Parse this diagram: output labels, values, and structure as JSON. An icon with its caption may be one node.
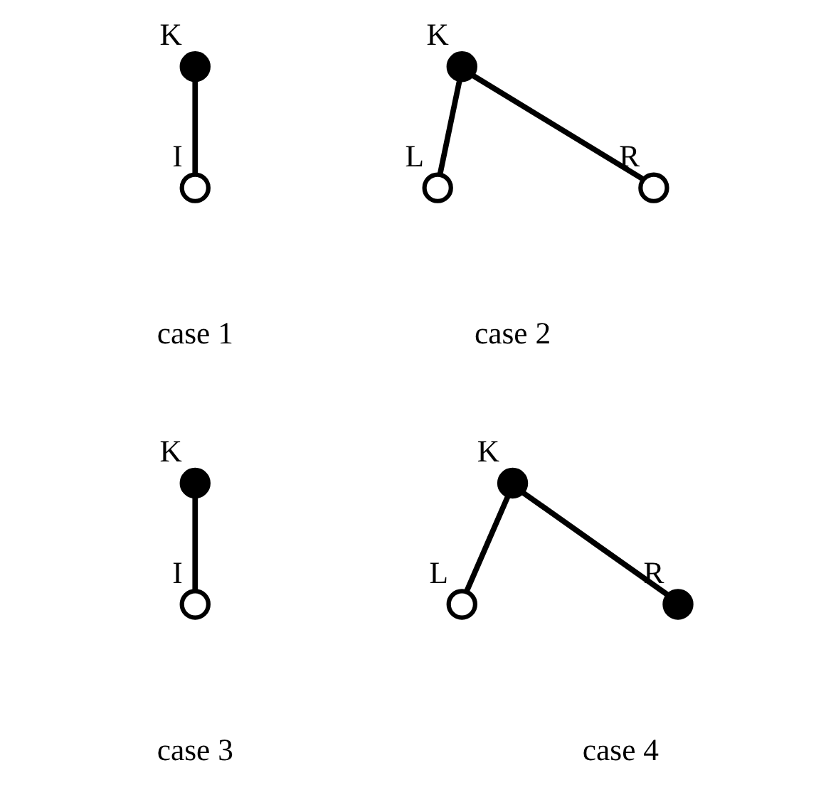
{
  "diagram": {
    "nodes": [
      {
        "text": [],
        "shape": "circle",
        "beside": [
          "K"
        ]
      },
      {
        "text": [],
        "shape": "circle",
        "beside": [
          "I"
        ]
      },
      {
        "text": [],
        "shape": "circle",
        "beside": [
          "K"
        ]
      },
      {
        "text": [],
        "shape": "circle",
        "beside": [
          "L"
        ]
      },
      {
        "text": [],
        "shape": "circle",
        "beside": [
          "R"
        ]
      },
      {
        "text": [],
        "shape": "circle",
        "beside": [
          "K"
        ]
      },
      {
        "text": [],
        "shape": "circle",
        "beside": [
          "I"
        ]
      },
      {
        "text": [],
        "shape": "circle",
        "beside": [
          "K"
        ]
      },
      {
        "text": [],
        "shape": "circle",
        "beside": [
          "L"
        ]
      },
      {
        "text": [],
        "shape": "circle",
        "beside": [
          "R"
        ]
      }
    ],
    "edges": [
      {
        "from": 0,
        "to": 1,
        "arrow": "none"
      },
      {
        "from": 2,
        "to": 3,
        "arrow": "none"
      },
      {
        "from": 2,
        "to": 4,
        "arrow": "none"
      },
      {
        "from": 5,
        "to": 6,
        "arrow": "none"
      },
      {
        "from": 7,
        "to": 8,
        "arrow": "none"
      },
      {
        "from": 7,
        "to": 9,
        "arrow": "none"
      }
    ],
    "labels": [
      "case 1",
      "case 2",
      "case 3",
      "case 4"
    ]
  }
}
